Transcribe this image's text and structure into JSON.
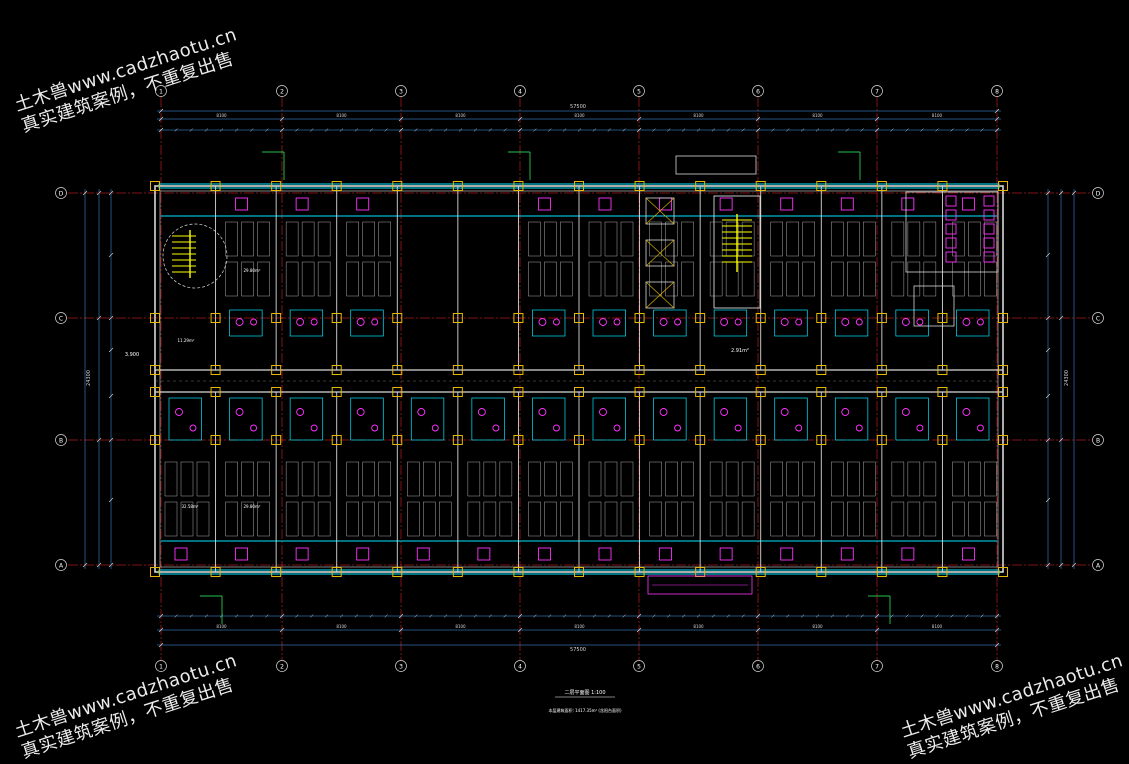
{
  "drawing": {
    "top_total_dim": "57500",
    "bottom_total_dim": "57500",
    "right_total_dim": "24300",
    "left_total_dim": "24300",
    "title": "二层平面图  1:100",
    "subtitle": "本层建筑面积: 1417.35m²  (含阳台面积)",
    "column_axes": [
      "1",
      "2",
      "3",
      "4",
      "5",
      "6",
      "7",
      "8"
    ],
    "row_axes": [
      "D",
      "C",
      "B",
      "A"
    ],
    "top_bay_dims": [
      "8100",
      "8100",
      "8100",
      "8100",
      "8100",
      "8100",
      "8100"
    ],
    "bottom_bay_dims": [
      "8100",
      "8100",
      "8100",
      "8100",
      "8100",
      "8100",
      "8100"
    ],
    "room_area_top": "29.80m²",
    "room_area_bottom": "29.80m²",
    "room_area_end": "32.58m²",
    "corridor_area": "2.91m²",
    "stair_area": "11.29m²",
    "elevation_mark": "3.900",
    "colors": {
      "axis_line": "#ff2a2a",
      "dim_line": "#4aa3ff",
      "wall": "#d8d8d8",
      "window": "#00e5ff",
      "furniture": "#ff33ff",
      "column": "#e6b800",
      "note": "#33ff66",
      "stair": "#ffff00"
    }
  },
  "watermark": {
    "line1": "土木兽www.cadzhaotu.cn",
    "line2": "真实建筑案例，不重复出售"
  }
}
